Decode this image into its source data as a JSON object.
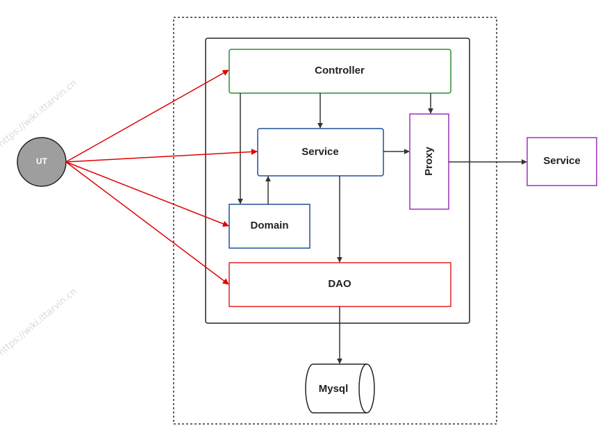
{
  "watermark": "https://wiki.ittarvin.cn",
  "nodes": {
    "ut": "UT",
    "controller": "Controller",
    "service": "Service",
    "proxy": "Proxy",
    "external_service": "Service",
    "domain": "Domain",
    "dao": "DAO",
    "mysql": "Mysql"
  },
  "colors": {
    "controller": "#2e8b2e",
    "service": "#1f4e9a",
    "domain": "#1f4e9a",
    "proxy": "#9b30b8",
    "external_service": "#9b30b8",
    "dao": "#e02020",
    "ut_fill": "#9e9e9e",
    "test_arrows": "#e00000",
    "flow_arrows": "#333333"
  }
}
